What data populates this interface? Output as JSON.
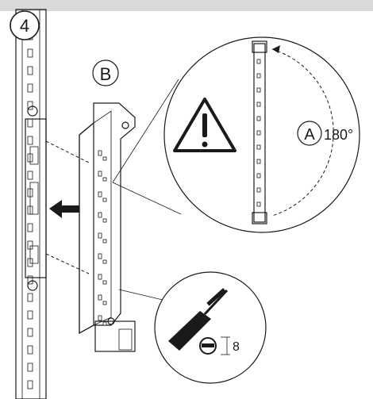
{
  "step": {
    "number": "4"
  },
  "callouts": {
    "bracket": "B",
    "detail_part": "A",
    "rotation": "180°",
    "screw_size": "8"
  },
  "icons": {
    "warning": "warning-triangle-icon",
    "tool": "flathead-screwdriver-icon",
    "screw_slot": "slotted-screw-icon",
    "direction": "insert-arrow-icon"
  },
  "colors": {
    "background_top": "#d9d9d9",
    "rail": "#e6e6e6",
    "bracket": "#d4d4d4",
    "ink": "#1a1a1a"
  }
}
